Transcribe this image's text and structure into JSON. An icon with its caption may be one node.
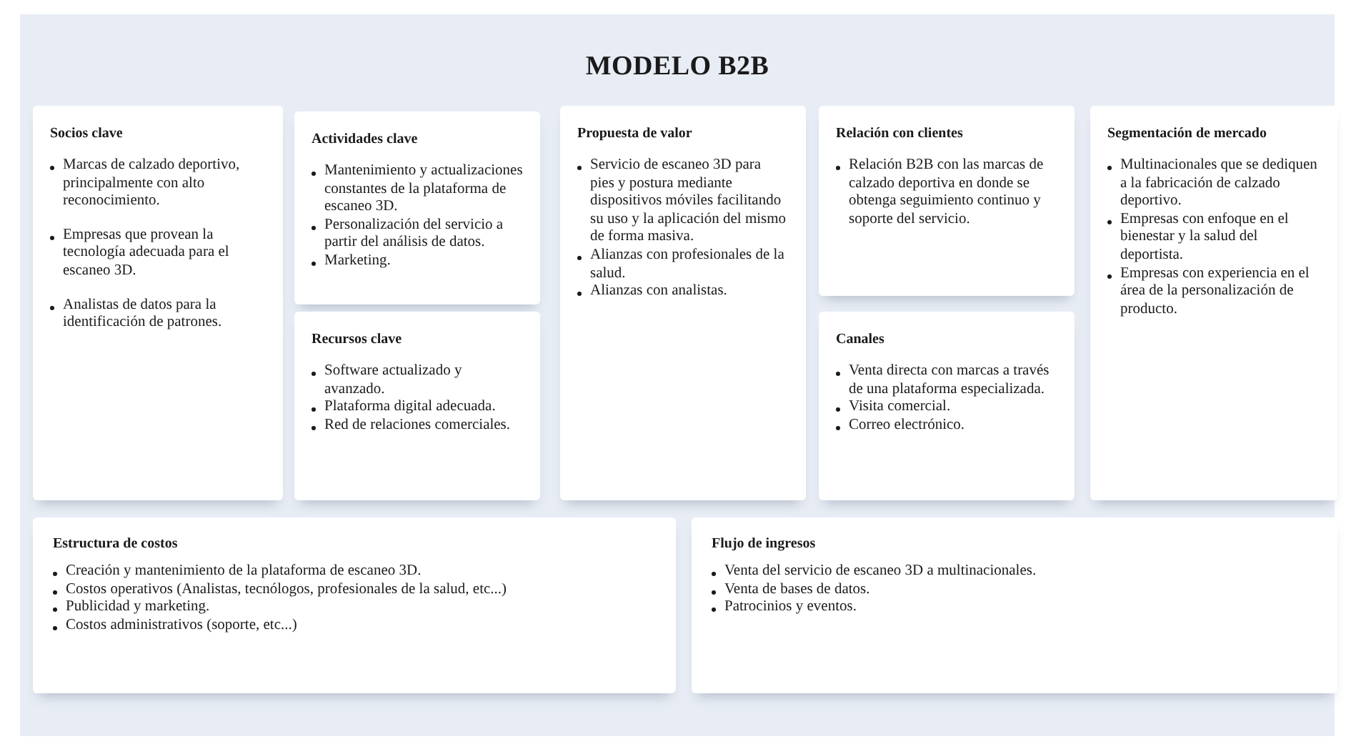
{
  "diagram": {
    "title": "MODELO B2B",
    "nodes": [
      {
        "text": [
          "Socios clave",
          "Marcas de calzado deportivo, principalmente con alto reconocimiento.",
          "Empresas que provean la tecnología adecuada para el escaneo 3D.",
          "Analistas de datos para la identificación de patrones."
        ]
      },
      {
        "text": [
          "Actividades clave",
          "Mantenimiento y actualizaciones constantes de la plataforma de escaneo 3D.",
          "Personalización del servicio a partir del análisis de datos.",
          "Marketing."
        ]
      },
      {
        "text": [
          "Recursos clave",
          "Software actualizado y avanzado.",
          "Plataforma digital adecuada.",
          "Red de relaciones comerciales."
        ]
      },
      {
        "text": [
          "Propuesta de valor",
          "Servicio de escaneo 3D para pies y postura mediante dispositivos móviles facilitando su uso y la aplicación del mismo de forma masiva.",
          "Alianzas con profesionales de la salud.",
          "Alianzas con analistas."
        ]
      },
      {
        "text": [
          "Relación con clientes",
          "Relación B2B con las marcas de calzado deportiva en donde se obtenga seguimiento continuo y soporte del servicio."
        ]
      },
      {
        "text": [
          "Canales",
          "Venta directa con marcas a través de una plataforma especializada.",
          "Visita comercial.",
          "Correo electrónico."
        ]
      },
      {
        "text": [
          "Segmentación de mercado",
          "Multinacionales que se dediquen a la fabricación de calzado deportivo.",
          "Empresas con enfoque en el bienestar y la salud del deportista.",
          "Empresas con experiencia en el área de la personalización de producto."
        ]
      },
      {
        "text": [
          "Estructura de costos",
          "Creación y mantenimiento de la plataforma de escaneo 3D.",
          "Costos operativos (Analistas, tecnólogos, profesionales de la salud, etc...)",
          "Publicidad y marketing.",
          "Costos administrativos (soporte, etc...)"
        ]
      },
      {
        "text": [
          "Flujo de ingresos",
          "Venta del servicio de escaneo 3D a multinacionales.",
          "Venta de bases de datos.",
          "Patrocinios y eventos."
        ]
      }
    ]
  }
}
